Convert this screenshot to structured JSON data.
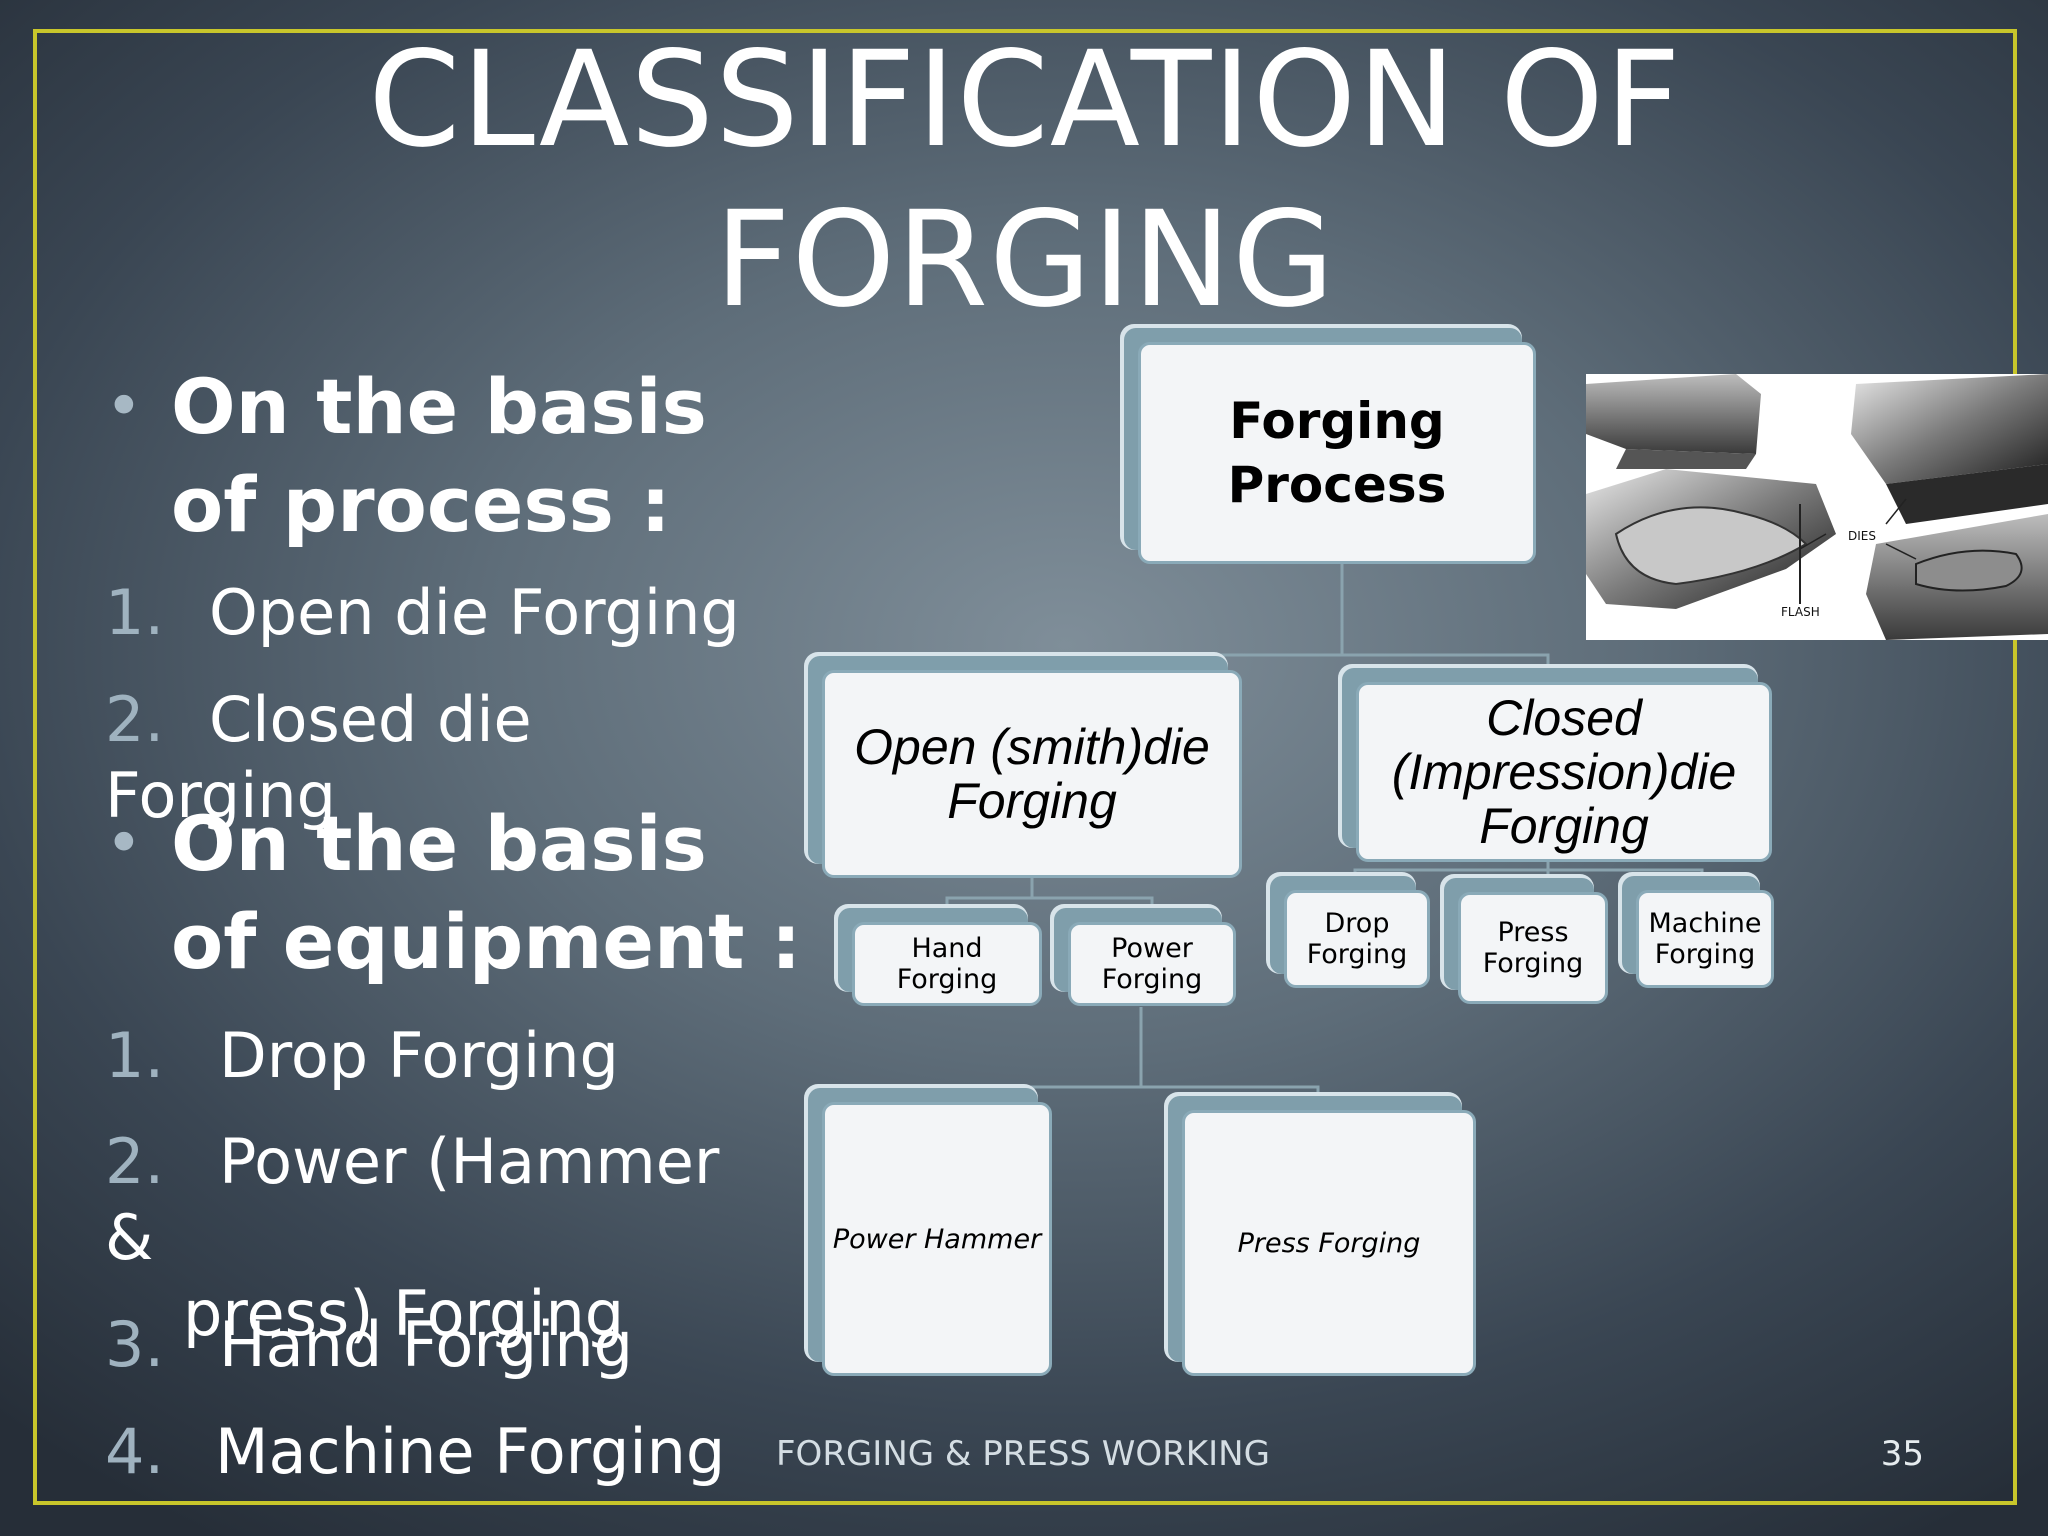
{
  "slide": {
    "title": "CLASSIFICATION OF FORGING",
    "footer": "FORGING & PRESS WORKING",
    "page_number": "35"
  },
  "left": {
    "bullet1": "On the basis of process :",
    "process_items": [
      {
        "num": "1.",
        "text": "Open die Forging"
      },
      {
        "num": "2.",
        "text": "Closed die Forging"
      }
    ],
    "bullet2": "On the basis of equipment :",
    "equipment_items": [
      {
        "num": "1.",
        "text": "Drop Forging"
      },
      {
        "num": "2.",
        "text": "Power (Hammer &",
        "text2": "press) Forging"
      },
      {
        "num": "3.",
        "text": "Hand Forging"
      },
      {
        "num": "4.",
        "text": "Machine Forging"
      }
    ]
  },
  "diagram": {
    "root": {
      "line1": "Forging",
      "line2": "Process"
    },
    "open": {
      "line1": "Open (smith)die",
      "line2": "Forging"
    },
    "closed": {
      "line1": "Closed",
      "line2": "(Impression)die",
      "line3": "Forging"
    },
    "hand": {
      "line1": "Hand",
      "line2": "Forging"
    },
    "power": {
      "line1": "Power",
      "line2": "Forging"
    },
    "drop": {
      "line1": "Drop",
      "line2": "Forging"
    },
    "press": {
      "line1": "Press",
      "line2": "Forging"
    },
    "machine": {
      "line1": "Machine",
      "line2": "Forging"
    },
    "power_hammer": "Power Hammer",
    "press_forging": "Press Forging"
  },
  "photo": {
    "label_dies": "DIES",
    "label_flash": "FLASH"
  }
}
